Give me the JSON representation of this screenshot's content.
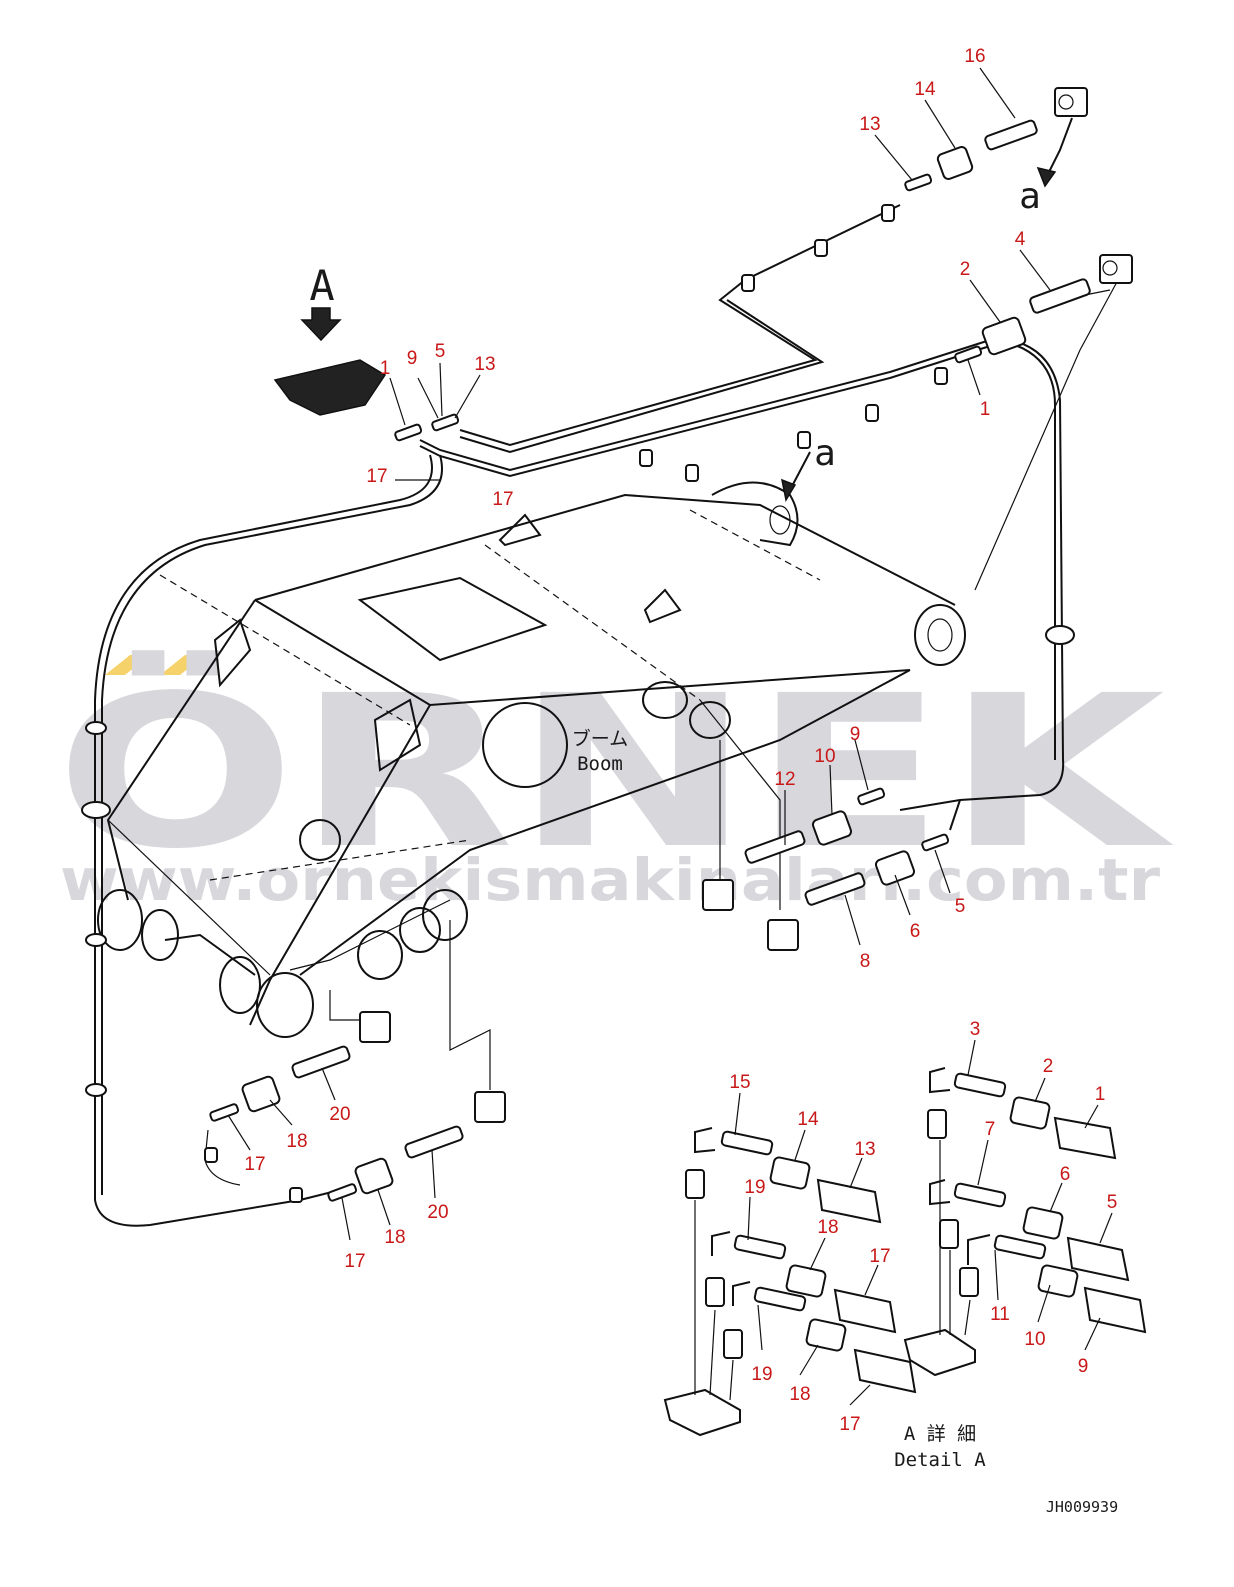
{
  "watermark": {
    "brand": "ÖRNEK",
    "url": "www.ornekismakinalari.com.tr",
    "accent_color": "#f6d36a",
    "color": "#d7d7dc"
  },
  "view_labels": {
    "view_a": "A",
    "ref_a_top": "a",
    "ref_a_boom": "a"
  },
  "boom_label": {
    "jp": "ブーム",
    "en": "Boom"
  },
  "detail_caption": {
    "jp": "A 詳 細",
    "en": "Detail A"
  },
  "drawing_code": "JH009939",
  "callout_color": "#c81818",
  "callouts_main": [
    "16",
    "14",
    "13",
    "4",
    "2",
    "1",
    "9",
    "5",
    "13",
    "1",
    "17",
    "17",
    "10",
    "9",
    "12",
    "5",
    "6",
    "8",
    "20",
    "18",
    "17",
    "18",
    "20",
    "17"
  ],
  "callouts_detail": [
    "3",
    "2",
    "1",
    "15",
    "14",
    "13",
    "7",
    "6",
    "5",
    "19",
    "18",
    "17",
    "11",
    "10",
    "9",
    "19",
    "18",
    "17"
  ]
}
